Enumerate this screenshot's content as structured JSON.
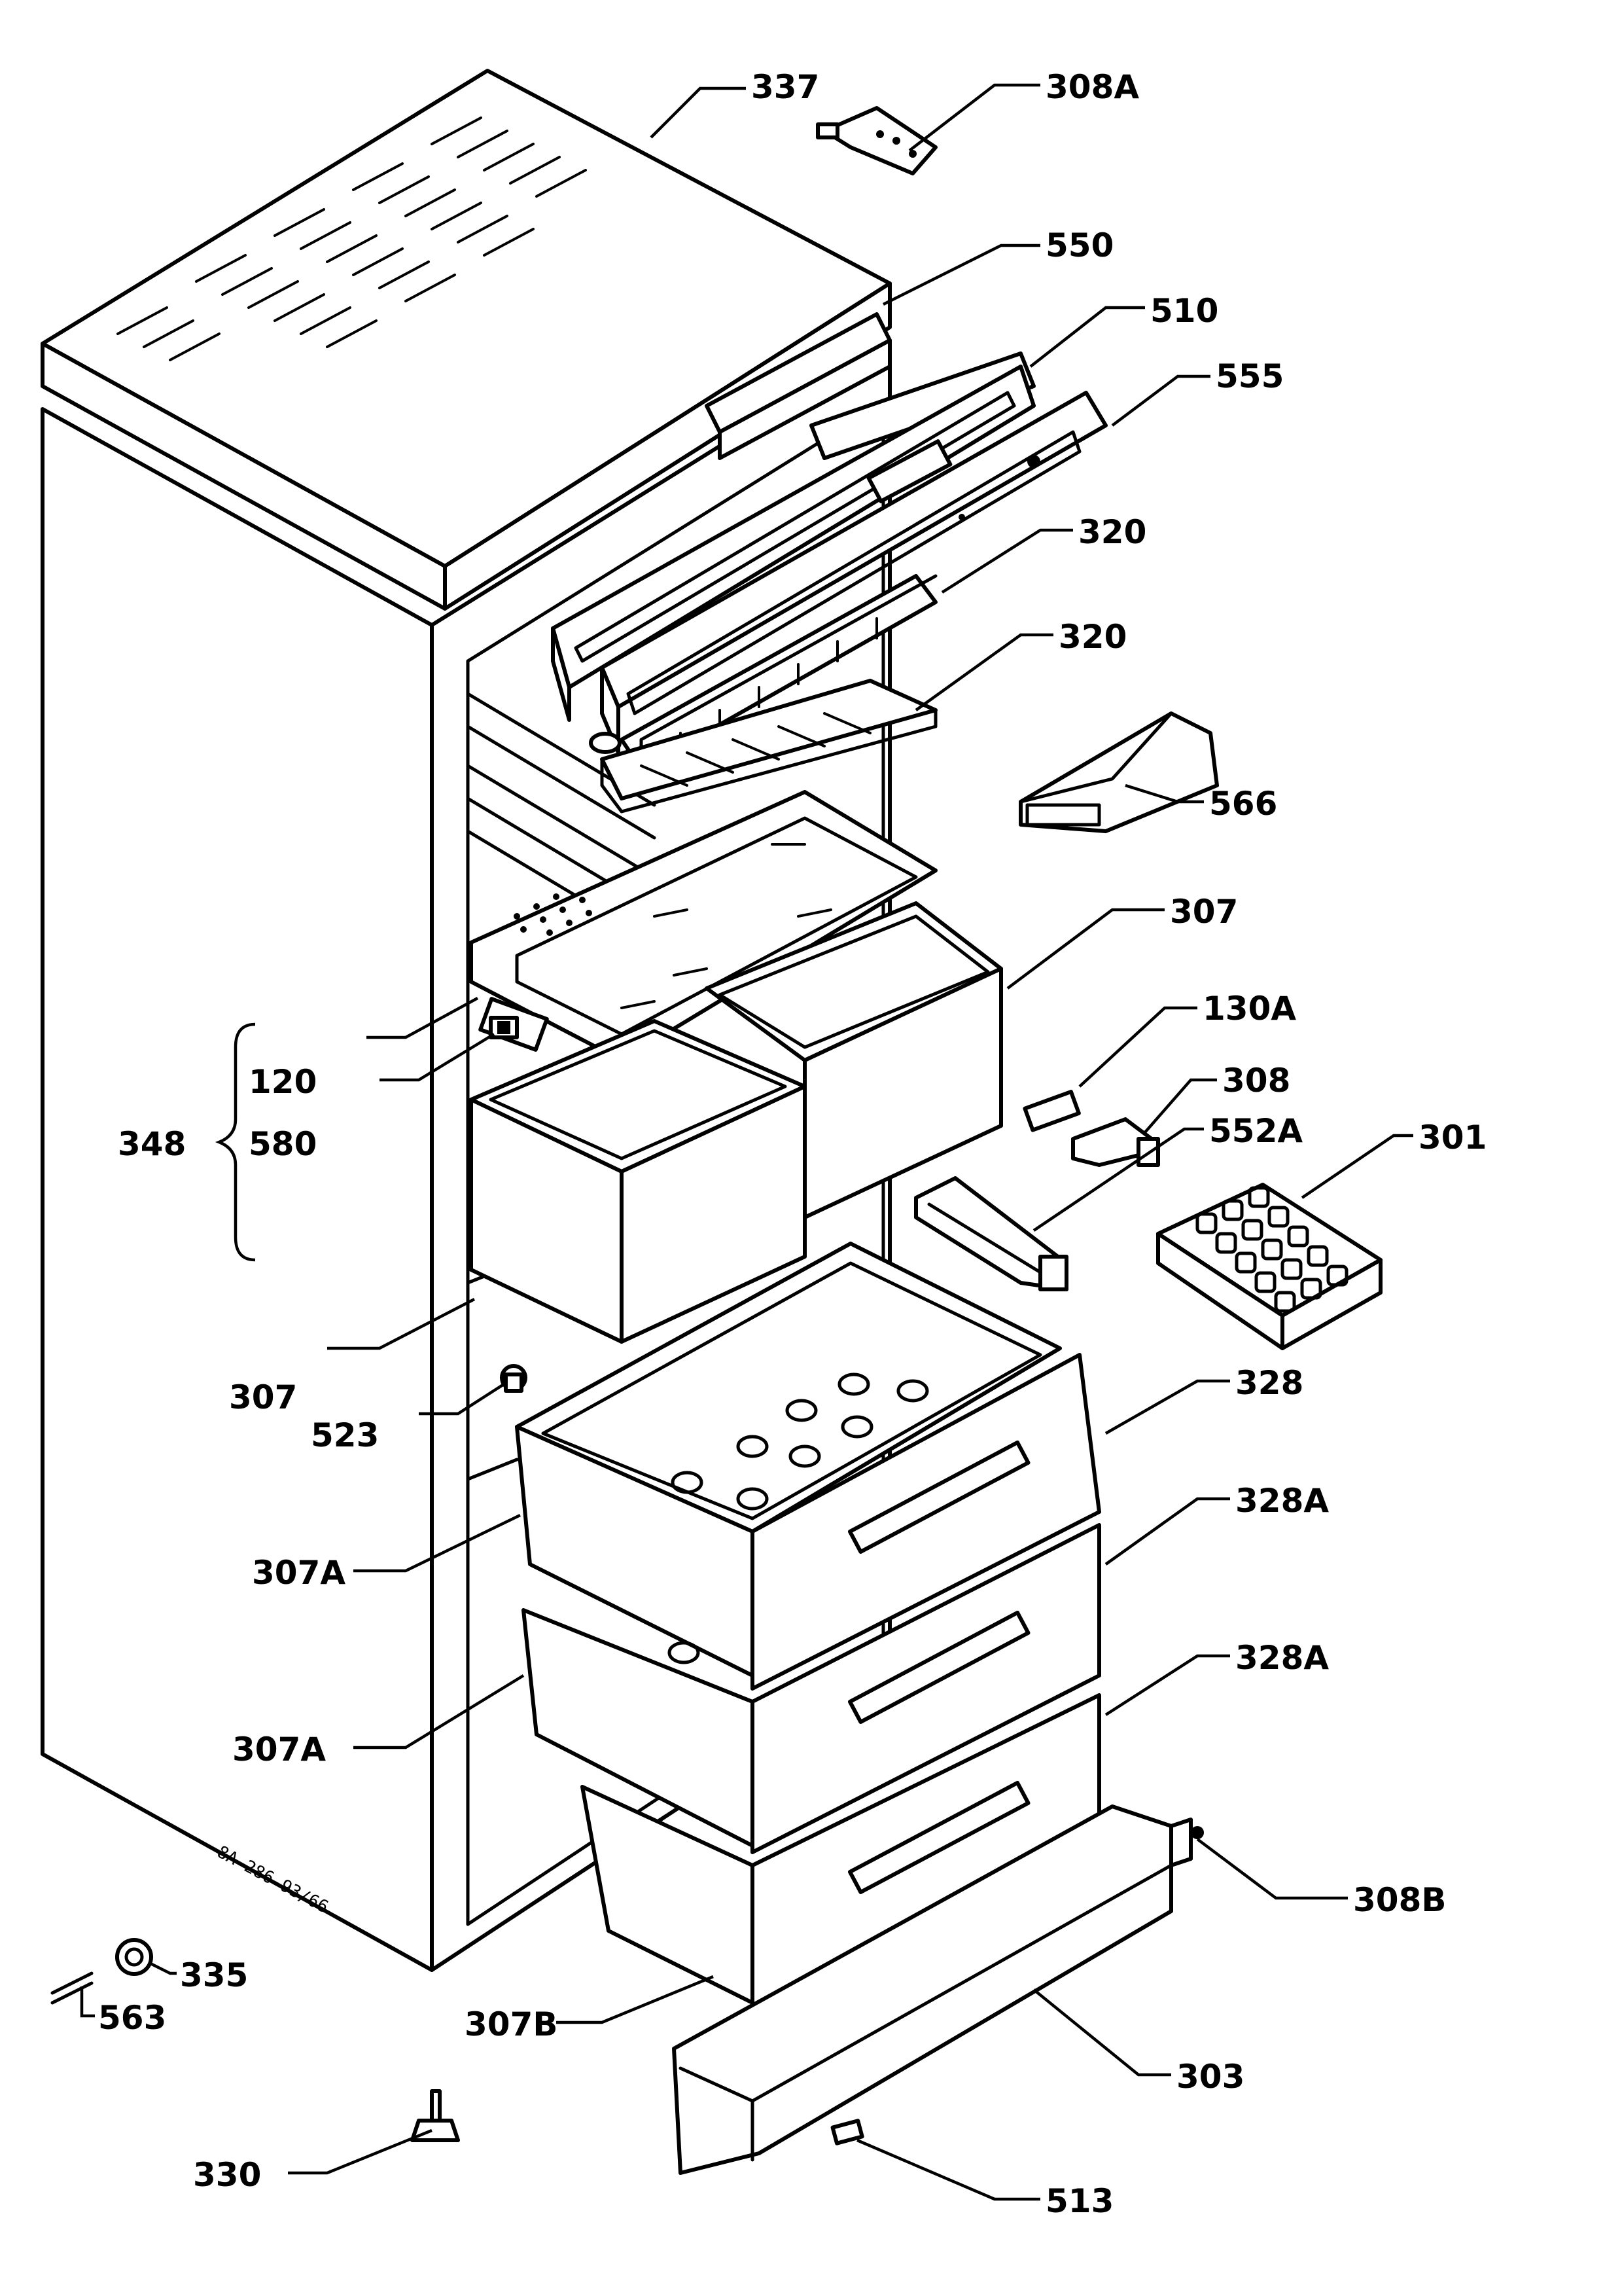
{
  "labels": {
    "l337": "337",
    "l308A": "308A",
    "l550": "550",
    "l510": "510",
    "l555": "555",
    "l320a": "320",
    "l320b": "320",
    "l566": "566",
    "l307a": "307",
    "l130A": "130A",
    "l308": "308",
    "l552A": "552A",
    "l301": "301",
    "l348": "348",
    "l120": "120",
    "l580": "580",
    "l307b": "307",
    "l523": "523",
    "l328": "328",
    "l328Aa": "328A",
    "l328Ab": "328A",
    "l307Aa": "307A",
    "l307Ab": "307A",
    "l308B": "308B",
    "l335": "335",
    "l563": "563",
    "l307B": "307B",
    "l303": "303",
    "l330": "330",
    "l513": "513"
  },
  "serial_text": "8A-286-93/66"
}
